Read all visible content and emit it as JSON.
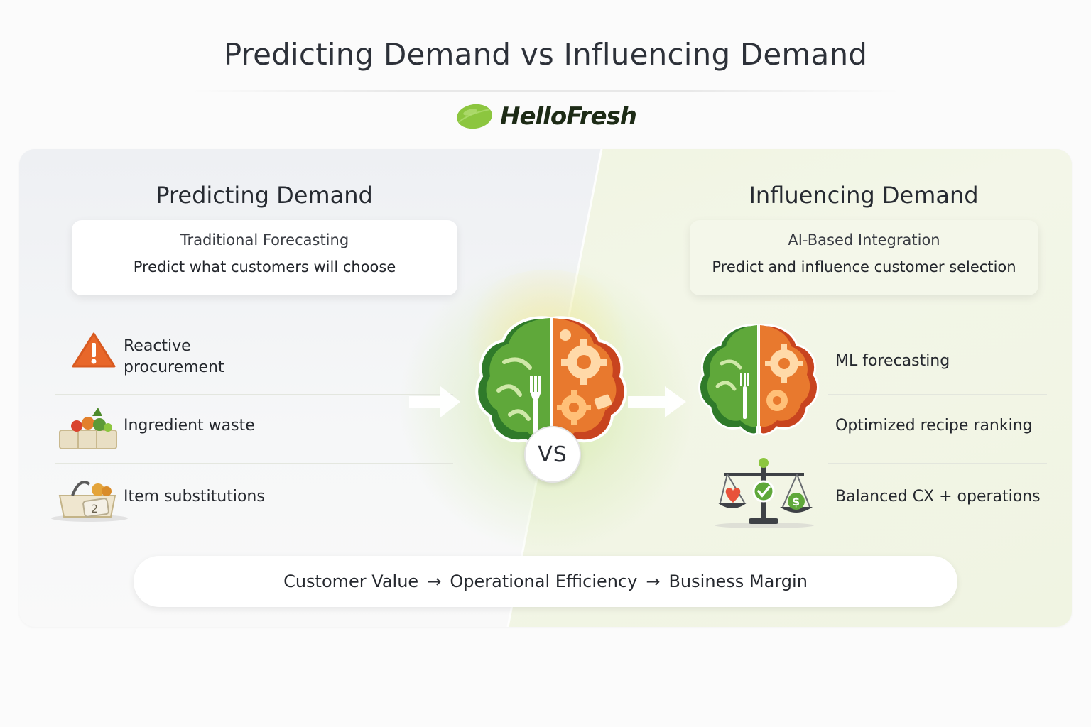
{
  "title": "Predicting Demand vs Influencing Demand",
  "brand": {
    "name": "HelloFresh",
    "icon": "lime-leaf-icon",
    "color": "#8cc63f"
  },
  "left": {
    "heading": "Predicting Demand",
    "card_sub": "Traditional Forecasting",
    "card_main": "Predict what customers will choose",
    "items": [
      {
        "label_line1": "Reactive",
        "label_line2": "procurement",
        "icon": "warning-icon"
      },
      {
        "label": "Ingredient waste",
        "icon": "produce-crate-icon"
      },
      {
        "label": "Item substitutions",
        "icon": "basket-swap-icon"
      }
    ]
  },
  "right": {
    "heading": "Influencing Demand",
    "card_sub": "AI-Based Integration",
    "card_main": "Predict and influence customer selection",
    "items": [
      {
        "label": "ML forecasting",
        "icon": "brain-icon"
      },
      {
        "label": "Optimized recipe ranking"
      },
      {
        "label": "Balanced CX + operations",
        "icon": "balance-scale-icon"
      }
    ]
  },
  "center": {
    "vs": "VS",
    "icon": "brain-fork-gear-icon"
  },
  "footer": {
    "steps": [
      "Customer Value",
      "Operational Efficiency",
      "Business Margin"
    ],
    "arrow": "→"
  },
  "colors": {
    "green": "#3f8b2c",
    "orange": "#e0662a",
    "accent_lime": "#8cc63f"
  }
}
